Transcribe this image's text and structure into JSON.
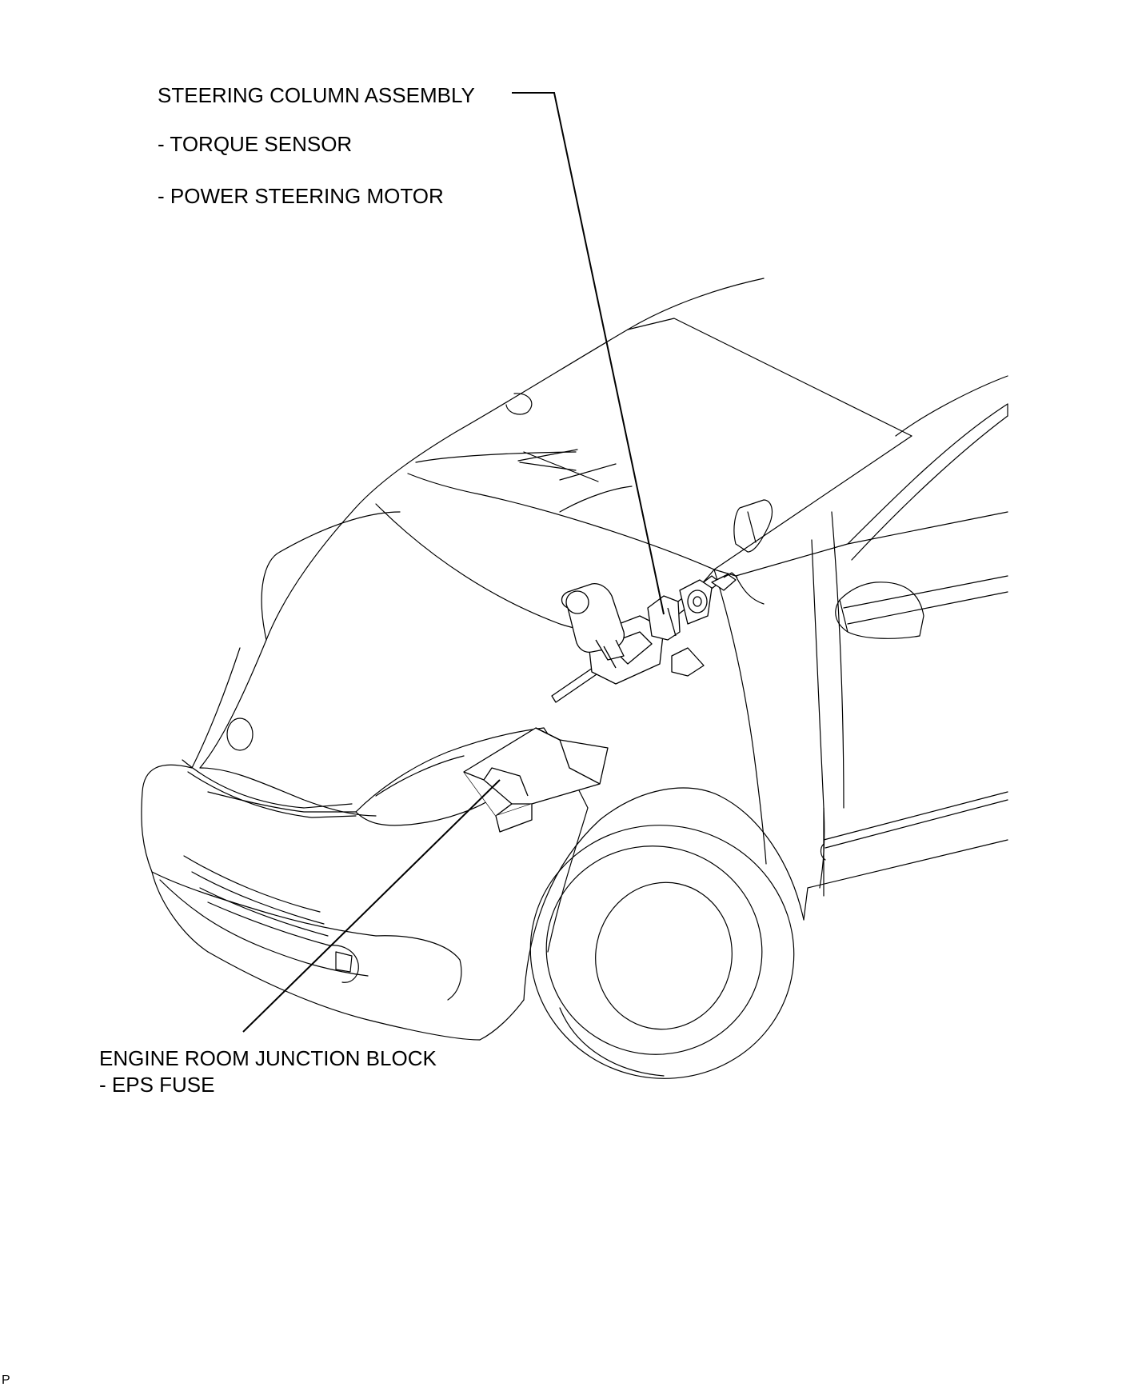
{
  "labels": {
    "steering_column": "STEERING COLUMN ASSEMBLY",
    "torque_sensor": "- TORQUE SENSOR",
    "power_steering_motor": "- POWER STEERING MOTOR",
    "junction_block": "ENGINE ROOM JUNCTION BLOCK",
    "eps_fuse": "- EPS FUSE",
    "figure_code": "P"
  },
  "icons": {
    "vehicle": "car-front-quarter-outline-icon",
    "steering_column": "steering-column-assembly-icon",
    "power_steering_motor": "power-steering-motor-icon",
    "junction_block": "engine-room-junction-block-icon"
  },
  "colors": {
    "line": "#000000",
    "background": "#ffffff"
  }
}
